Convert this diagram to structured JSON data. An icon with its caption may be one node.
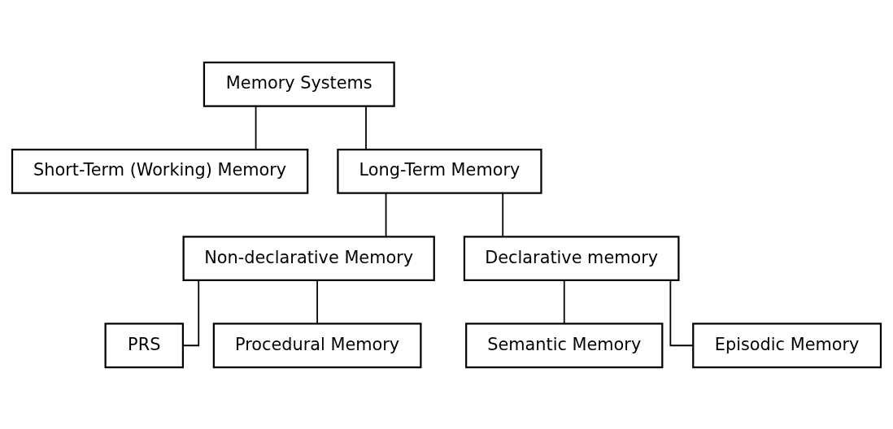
{
  "diagram": {
    "nodes": [
      {
        "text": [
          "Memory Systems"
        ]
      },
      {
        "text": [
          "Short-Term (Working) Memory"
        ]
      },
      {
        "text": [
          "Long-Term Memory"
        ]
      },
      {
        "text": [
          "Non-declarative Memory"
        ]
      },
      {
        "text": [
          "Declarative memory"
        ]
      },
      {
        "text": [
          "PRS"
        ]
      },
      {
        "text": [
          "Procedural Memory"
        ]
      },
      {
        "text": [
          "Semantic Memory"
        ]
      },
      {
        "text": [
          "Episodic Memory"
        ]
      }
    ],
    "edges": [
      {
        "from": 0,
        "to": 1,
        "arrow": "none"
      },
      {
        "from": 0,
        "to": 2,
        "arrow": "none"
      },
      {
        "from": 2,
        "to": 3,
        "arrow": "none"
      },
      {
        "from": 2,
        "to": 4,
        "arrow": "none"
      },
      {
        "from": 3,
        "to": 5,
        "arrow": "none"
      },
      {
        "from": 3,
        "to": 6,
        "arrow": "none"
      },
      {
        "from": 4,
        "to": 7,
        "arrow": "none"
      },
      {
        "from": 4,
        "to": 8,
        "arrow": "none"
      }
    ]
  }
}
